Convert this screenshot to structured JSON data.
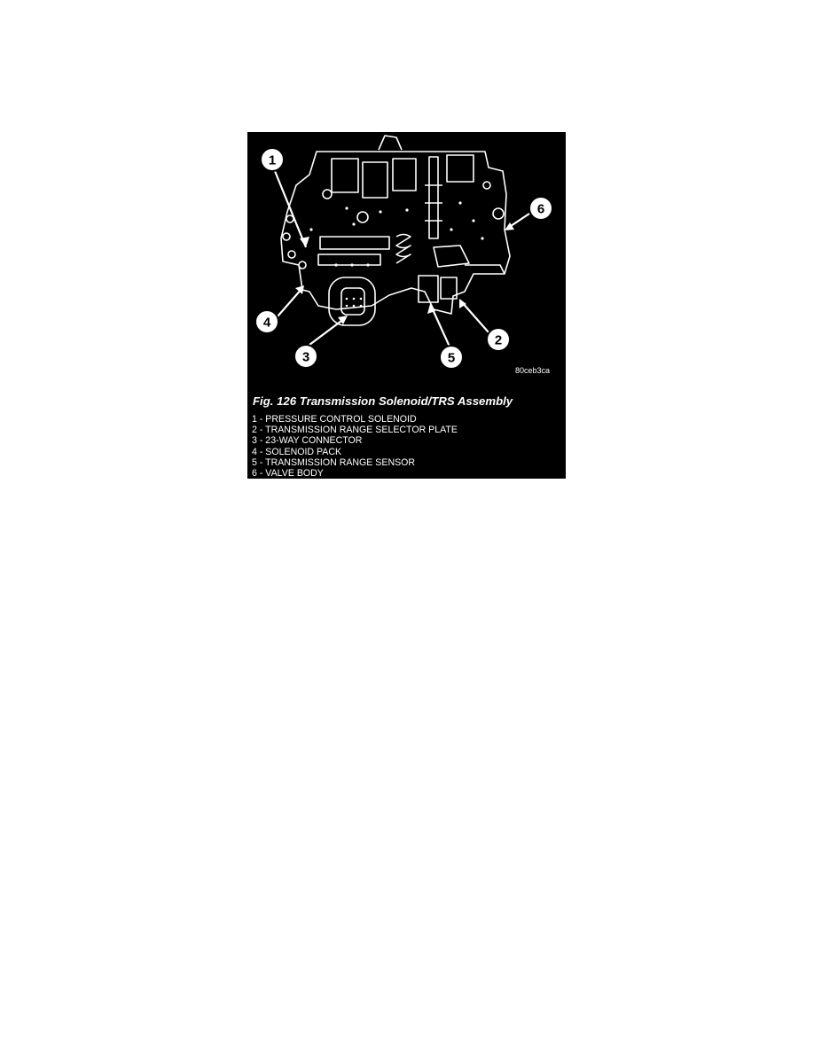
{
  "figure": {
    "image_code": "80ceb3ca",
    "caption": "Fig. 126 Transmission Solenoid/TRS Assembly",
    "callouts": [
      "1",
      "2",
      "3",
      "4",
      "5",
      "6"
    ],
    "legend": [
      "1 - PRESSURE CONTROL SOLENOID",
      "2 - TRANSMISSION RANGE SELECTOR PLATE",
      "3 - 23-WAY CONNECTOR",
      "4 - SOLENOID PACK",
      "5 - TRANSMISSION RANGE SENSOR",
      "6 - VALVE BODY"
    ]
  }
}
